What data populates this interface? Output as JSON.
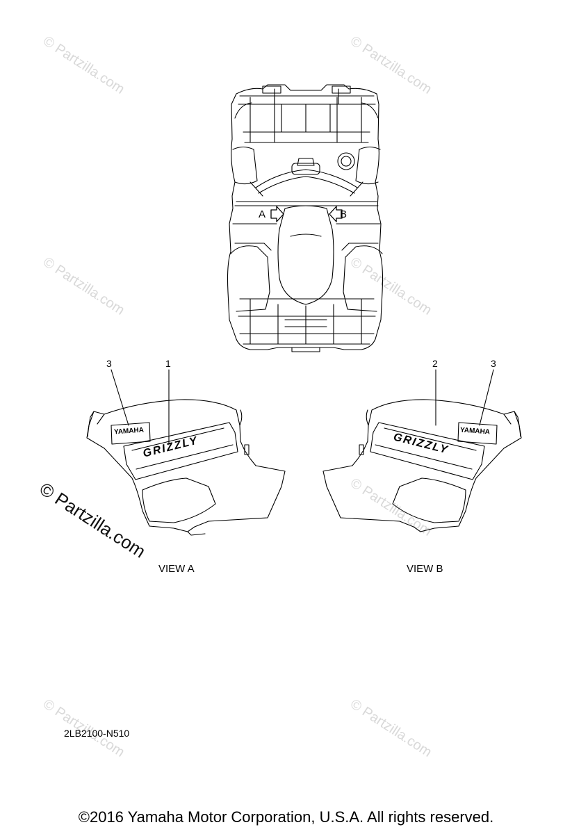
{
  "watermarks": {
    "faint": "© Partzilla.com",
    "dark": "© Partzilla.com"
  },
  "top_view": {
    "arrow_a": "A",
    "arrow_b": "B"
  },
  "callouts": {
    "left_3": "3",
    "left_1": "1",
    "right_2": "2",
    "right_3": "3"
  },
  "panel_text": {
    "brand": "YAMAHA",
    "model": "GRIZZLY"
  },
  "view_labels": {
    "a": "VIEW A",
    "b": "VIEW B"
  },
  "drawing_code": "2LB2100-N510",
  "footer": "©2016  Yamaha Motor Corporation, U.S.A. All rights reserved."
}
